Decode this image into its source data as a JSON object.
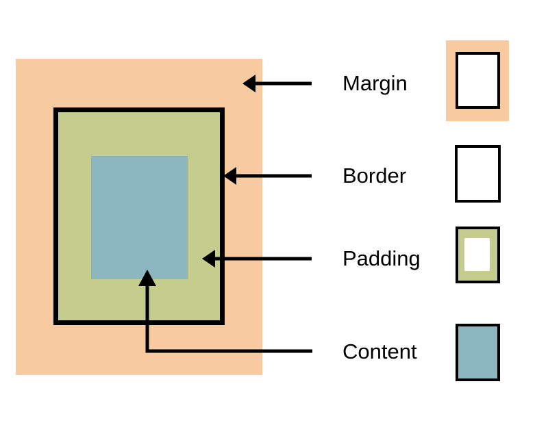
{
  "labels": {
    "margin": "Margin",
    "border": "Border",
    "padding": "Padding",
    "content": "Content"
  },
  "colors": {
    "margin": "#F7CB9F",
    "padding": "#C4CD8E",
    "content": "#8CB6C0",
    "line": "#000000",
    "background": "#FFFFFF"
  }
}
